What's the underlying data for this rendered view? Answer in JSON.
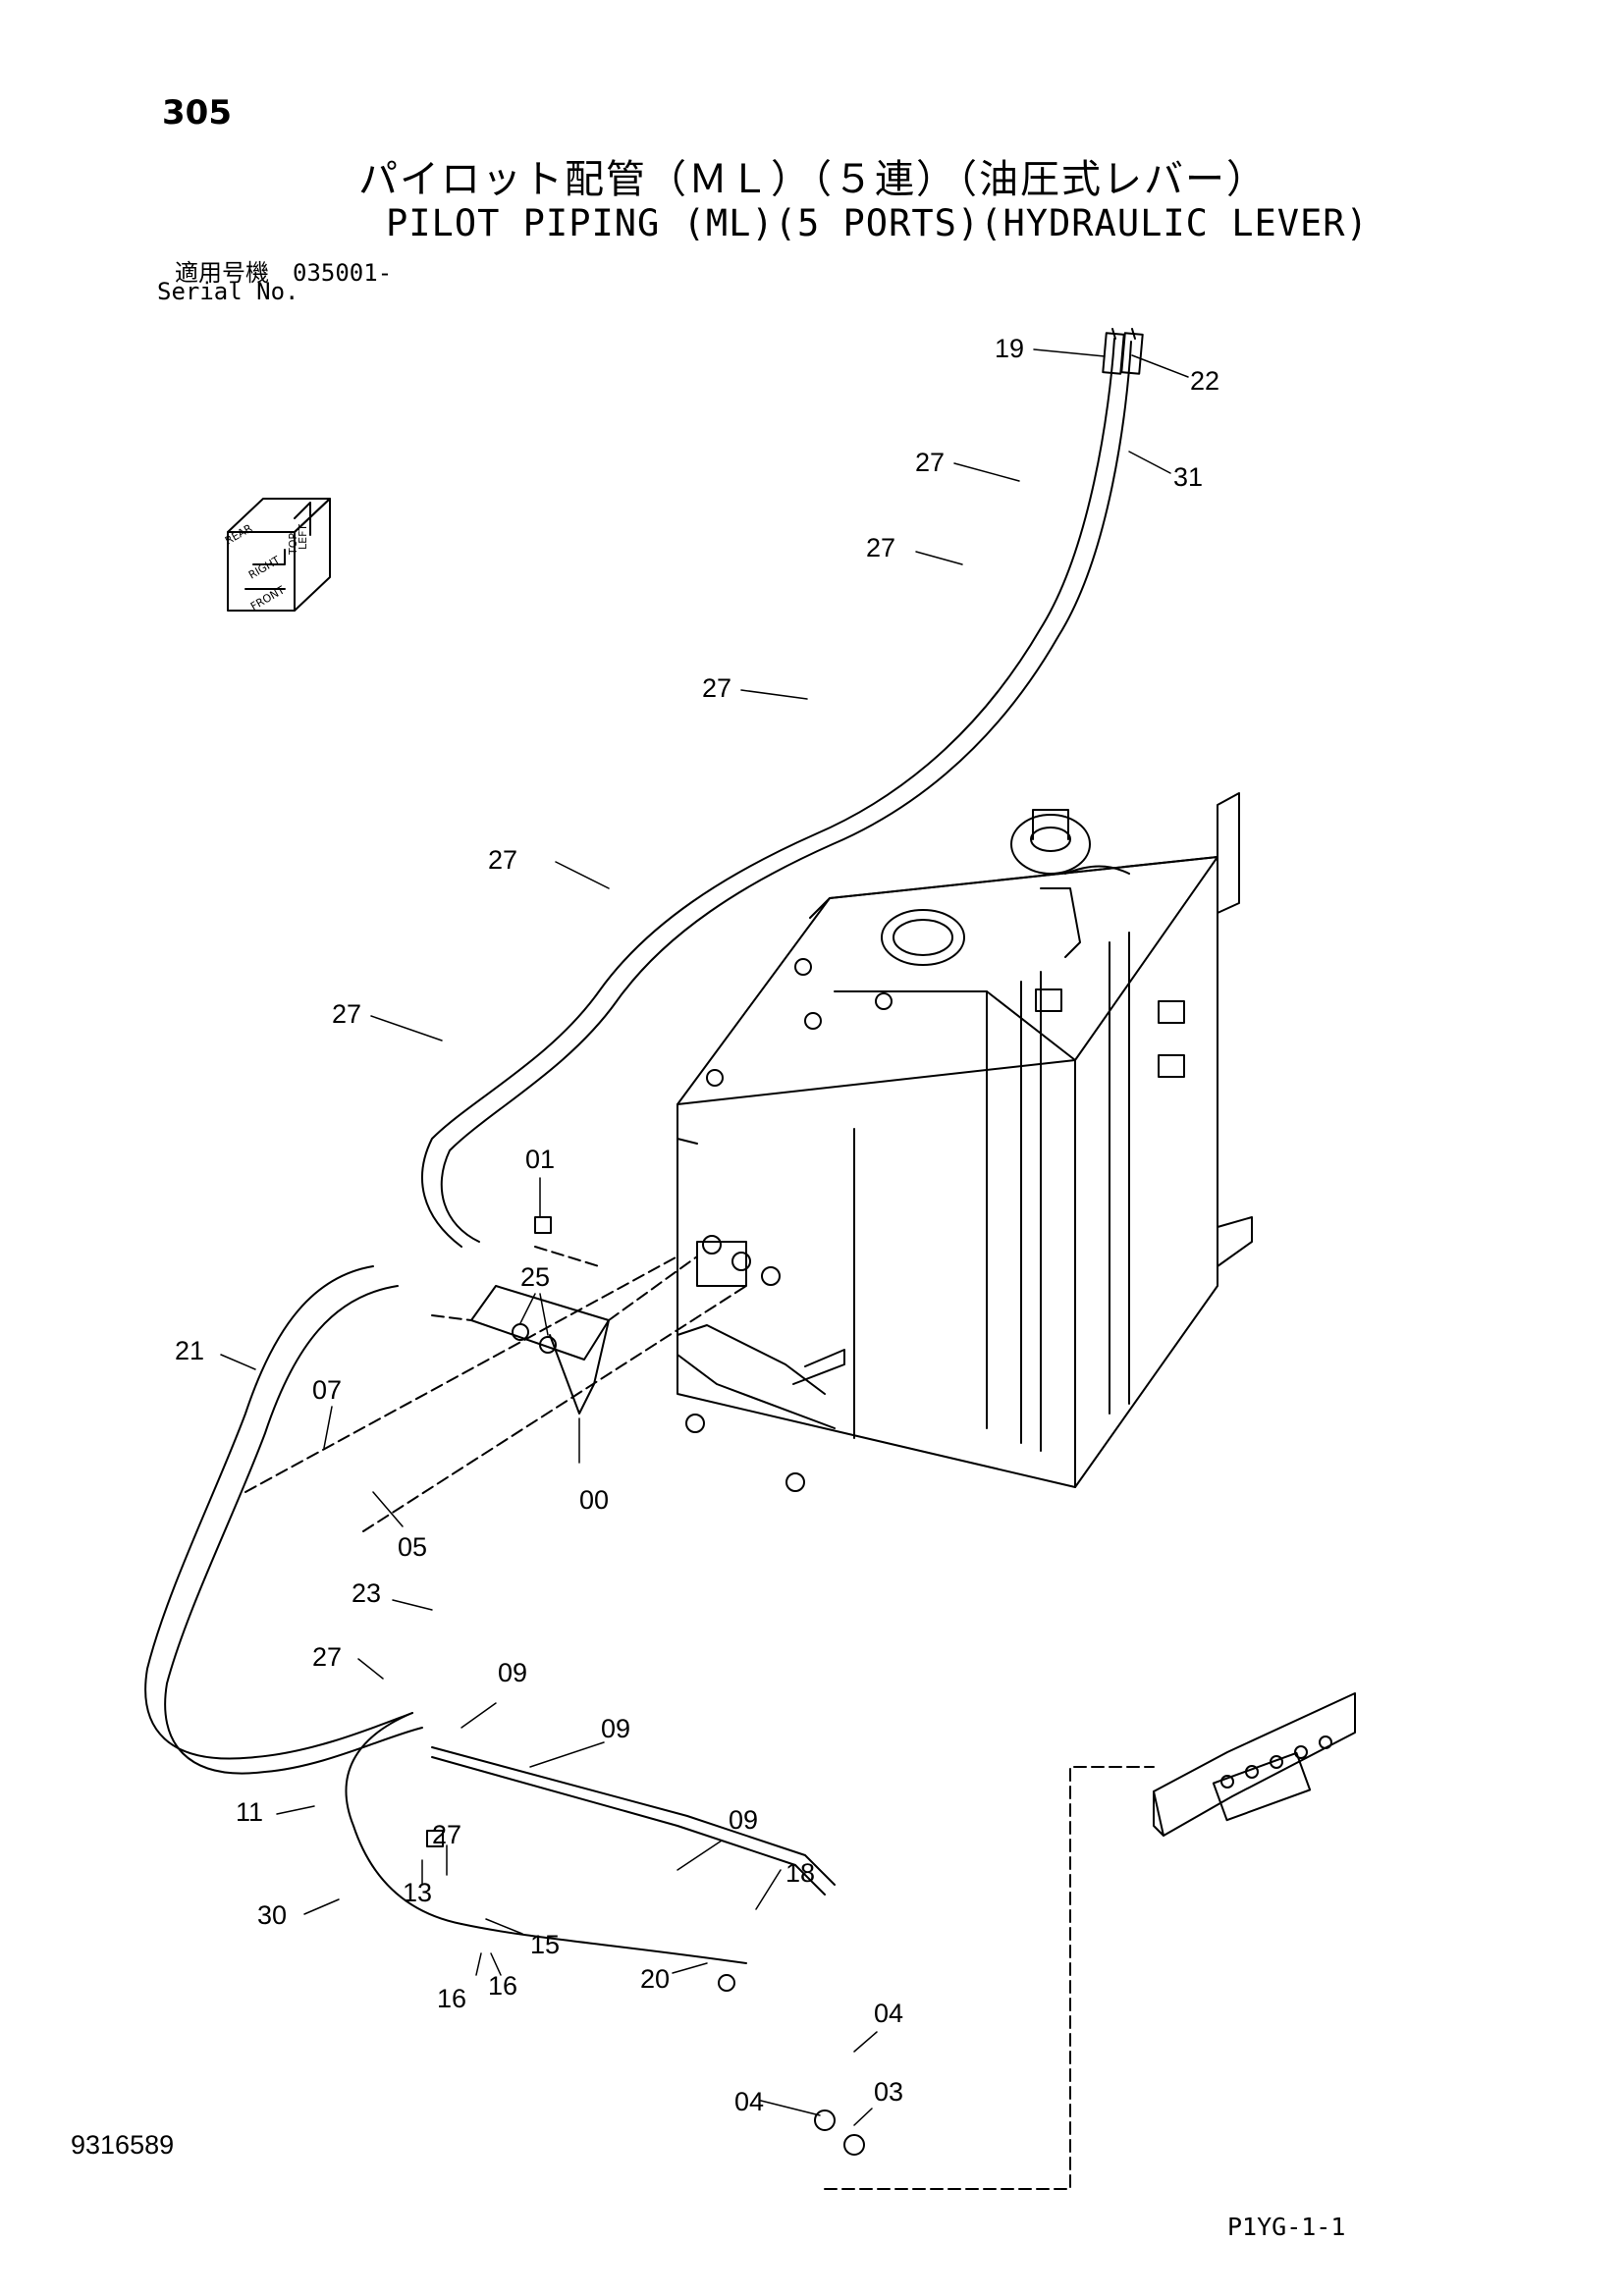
{
  "header": {
    "page_number": "305",
    "title_ja": "パイロット配管（ＭＬ）（５連）（油圧式レバー）",
    "title_en": "PILOT PIPING (ML)(5 PORTS)(HYDRAULIC LEVER)",
    "serial_ja": "適用号機　035001-",
    "serial_en": "Serial No."
  },
  "orientation_labels": [
    "TOP",
    "RIGHT",
    "FRONT",
    "LEFT",
    "REAR"
  ],
  "callouts": [
    {
      "id": "c19",
      "label": "19"
    },
    {
      "id": "c22",
      "label": "22"
    },
    {
      "id": "c27a",
      "label": "27"
    },
    {
      "id": "c31",
      "label": "31"
    },
    {
      "id": "c27b",
      "label": "27"
    },
    {
      "id": "c27c",
      "label": "27"
    },
    {
      "id": "c27d",
      "label": "27"
    },
    {
      "id": "c27e",
      "label": "27"
    },
    {
      "id": "c01",
      "label": "01"
    },
    {
      "id": "c25",
      "label": "25"
    },
    {
      "id": "c21",
      "label": "21"
    },
    {
      "id": "c07",
      "label": "07"
    },
    {
      "id": "c00",
      "label": "00"
    },
    {
      "id": "c05",
      "label": "05"
    },
    {
      "id": "c23",
      "label": "23"
    },
    {
      "id": "c27f",
      "label": "27"
    },
    {
      "id": "c09a",
      "label": "09"
    },
    {
      "id": "c09b",
      "label": "09"
    },
    {
      "id": "c11",
      "label": "11"
    },
    {
      "id": "c09c",
      "label": "09"
    },
    {
      "id": "c18",
      "label": "18"
    },
    {
      "id": "c27g",
      "label": "27"
    },
    {
      "id": "c13",
      "label": "13"
    },
    {
      "id": "c30",
      "label": "30"
    },
    {
      "id": "c15",
      "label": "15"
    },
    {
      "id": "c16a",
      "label": "16"
    },
    {
      "id": "c16b",
      "label": "16"
    },
    {
      "id": "c20",
      "label": "20"
    },
    {
      "id": "c04a",
      "label": "04"
    },
    {
      "id": "c03",
      "label": "03"
    },
    {
      "id": "c04b",
      "label": "04"
    }
  ],
  "footer": {
    "doc_number": "9316589",
    "sheet_code": "P1YG-1-1"
  }
}
